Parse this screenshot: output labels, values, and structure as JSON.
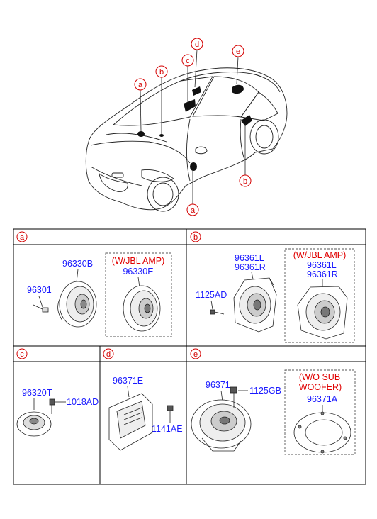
{
  "car_callouts": [
    "a",
    "b",
    "c",
    "d",
    "b",
    "e",
    "a"
  ],
  "sections": {
    "a": {
      "letter": "a",
      "part1": "96330B",
      "part2": "96301",
      "variant_label": "(W/JBL AMP)",
      "variant_part": "96330E"
    },
    "b": {
      "letter": "b",
      "part_l": "96361L",
      "part_r": "96361R",
      "screw": "1125AD",
      "variant_label": "(W/JBL AMP)",
      "variant_l": "96361L",
      "variant_r": "96361R"
    },
    "c": {
      "letter": "c",
      "part": "96320T",
      "screw": "1018AD"
    },
    "d": {
      "letter": "d",
      "part": "96371E",
      "screw": "1141AE"
    },
    "e": {
      "letter": "e",
      "part": "96371",
      "screw": "1125GB",
      "variant_line1": "(W/O SUB",
      "variant_line2": "WOOFER)",
      "variant_part": "96371A"
    }
  },
  "colors": {
    "part_number": "#1a1aff",
    "callout": "#d40000",
    "variant_label": "#e00000"
  }
}
